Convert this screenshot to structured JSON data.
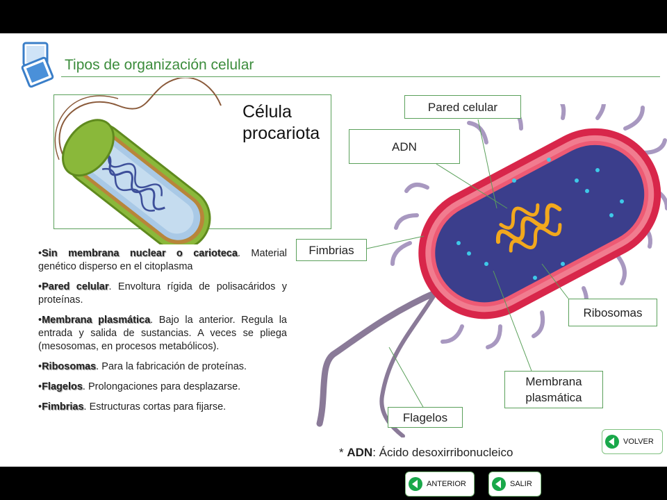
{
  "header": {
    "title": "Tipos de organización celular"
  },
  "panel": {
    "cell_title_line1": "Célula",
    "cell_title_line2": "procariota"
  },
  "labels": {
    "pared": "Pared celular",
    "adn": "ADN",
    "fimbrias": "Fimbrias",
    "ribosomas": "Ribosomas",
    "membrana_line1": "Membrana",
    "membrana_line2": "plasmática",
    "flagelos": "Flagelos"
  },
  "descriptions": [
    {
      "term": "Sin membrana nuclear o carioteca",
      "text": ". Material genético disperso en el citoplasma"
    },
    {
      "term": "Pared celular",
      "text": ". Envoltura rígida de polisacáridos y proteínas."
    },
    {
      "term": "Membrana plasmática",
      "text": ". Bajo la anterior. Regula la entrada y salida de sustancias. A veces se pliega (mesosomas, en procesos metabólicos)."
    },
    {
      "term": "Ribosomas",
      "text": ". Para la fabricación de proteínas."
    },
    {
      "term": "Flagelos",
      "text": ". Prolongaciones para desplazarse."
    },
    {
      "term": "Fimbrias",
      "text": ". Estructuras cortas para fijarse."
    }
  ],
  "footnote": {
    "prefix": "* ",
    "term": "ADN",
    "text": ": Ácido desoxirribonucleico"
  },
  "nav": {
    "volver": "VOLVER",
    "anterior": "ANTERIOR",
    "salir": "SALIR"
  },
  "icons": {
    "nav_arrow": "play-left-arrow-icon",
    "logo": "stacked-squares-logo-icon"
  },
  "colors": {
    "accent_green": "#3c8c3c",
    "button_green": "#19a84a",
    "bar": "#000000"
  }
}
